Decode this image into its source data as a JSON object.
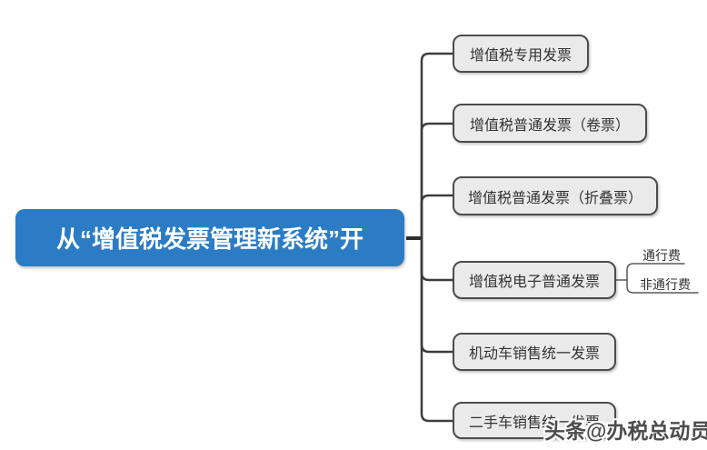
{
  "diagram": {
    "root": {
      "label": "从“增值税发票管理新系统”开"
    },
    "branches": [
      {
        "label": "增值税专用发票"
      },
      {
        "label": "增值税普通发票（卷票）"
      },
      {
        "label": "增值税普通发票（折叠票）"
      },
      {
        "label": "增值税电子普通发票",
        "children": [
          {
            "label": "通行费"
          },
          {
            "label": "非通行费"
          }
        ]
      },
      {
        "label": "机动车销售统一发票"
      },
      {
        "label": "二手车销售统一发票"
      }
    ],
    "watermark": "头条@办税总动员"
  },
  "colors": {
    "root_fill": "#2b7cc5",
    "root_text": "#ffffff",
    "node_fill": "#eaeaea",
    "node_border": "#4c4c4c",
    "node_text": "#333333",
    "connector_line": "#3d3d3d",
    "root_connector": "#2e2e2e",
    "sub_line": "#5a5a5a"
  }
}
